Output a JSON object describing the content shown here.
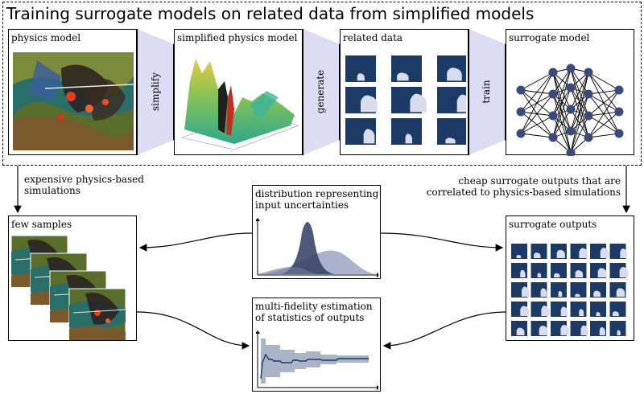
{
  "title": "Training surrogate models on related data from simplified models",
  "boxes": {
    "physics_model": "physics model",
    "simplified_model": "simplified physics model",
    "related_data": "related data",
    "surrogate_model": "surrogate model",
    "few_samples": "few samples",
    "distribution": "distribution representing\ninput uncertainties",
    "multi_fidelity": "multi-fidelity estimation\nof statistics of outputs",
    "surrogate_outputs": "surrogate outputs"
  },
  "connectors": {
    "simplify": "simplify",
    "generate": "generate",
    "train": "train"
  },
  "notes": {
    "expensive": "expensive physics-based\nsimulations",
    "cheap": "cheap surrogate outputs that are\ncorrelated to physics-based simulations"
  },
  "colors": {
    "connector_fill": "#dcdcf4",
    "node": "#3a4a7c",
    "tile": "#1c3a66",
    "dist_dark": "#3b4668",
    "dist_light": "#9aa6c4",
    "band": "#aab4c8"
  },
  "icons": {
    "neural_network": "neural-network-diagram",
    "fire_map": "wildfire-terrain-image",
    "surface_plot": "3d-surface-plot"
  }
}
